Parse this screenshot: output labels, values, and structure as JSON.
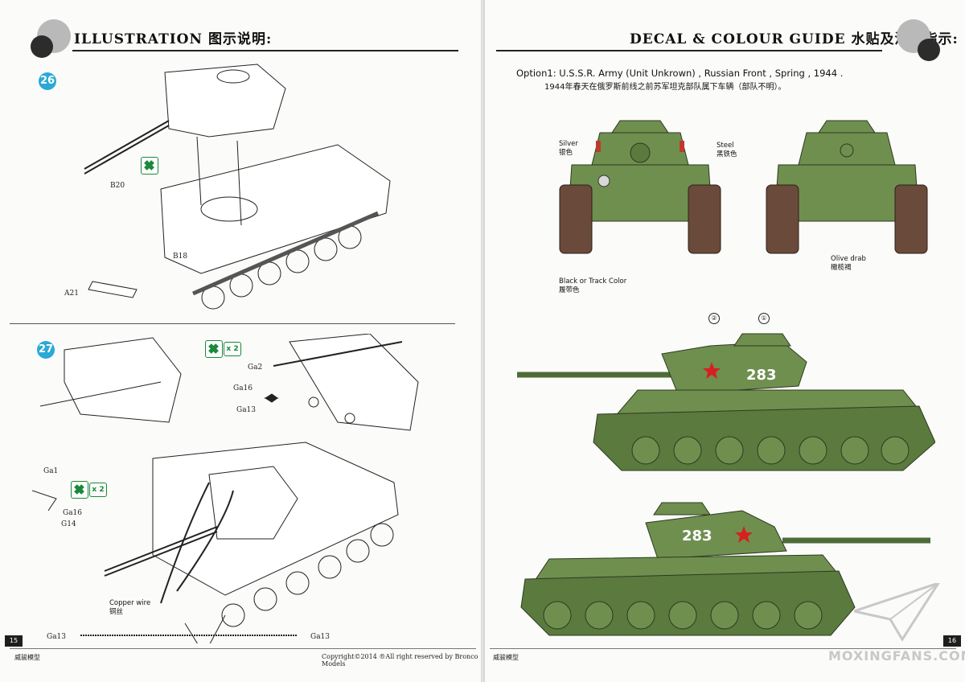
{
  "left_page": {
    "header": "ILLUSTRATION 图示说明:",
    "page_number": "15",
    "footer_brand": "威骏模型",
    "footer_copyright": "Copyright©2014 ®All right reserved by Bronco Models",
    "step26": {
      "number": "26",
      "parts": [
        "B20",
        "B18",
        "A21"
      ]
    },
    "step27": {
      "number": "27",
      "multiplier": "x 2",
      "parts_top": [
        "Ga2",
        "Ga16",
        "Ga13"
      ],
      "parts_left": [
        "Ga1",
        "Ga16",
        "G14"
      ],
      "copper_wire_en": "Copper wire",
      "copper_wire_cn": "铜丝",
      "wire_end_left": "Ga13",
      "wire_end_right": "Ga13"
    }
  },
  "right_page": {
    "header": "DECAL & COLOUR GUIDE 水贴及涂色指示:",
    "page_number": "16",
    "footer_brand": "威骏模型",
    "option_title": "Option1: U.S.S.R.  Army (Unit Unkrown) , Russian Front , Spring , 1944 .",
    "option_title_cn": "1944年春天在俄罗斯前线之前苏军坦克部队属下车辆（部队不明）。",
    "callouts": {
      "silver_en": "Silver",
      "silver_cn": "银色",
      "steel_en": "Steel",
      "steel_cn": "黑铁色",
      "black_en": "Black or Track Color",
      "black_cn": "履带色",
      "olive_en": "Olive drab",
      "olive_cn": "橄榄褐"
    },
    "markers": [
      "②",
      "①"
    ],
    "tank_number": "283",
    "watermark": "MOXINGFANS.COM",
    "colors": {
      "olive": "#6f8f4f",
      "olive_dark": "#4f6b38",
      "track": "#6a4a3a",
      "star": "#d62020"
    }
  }
}
